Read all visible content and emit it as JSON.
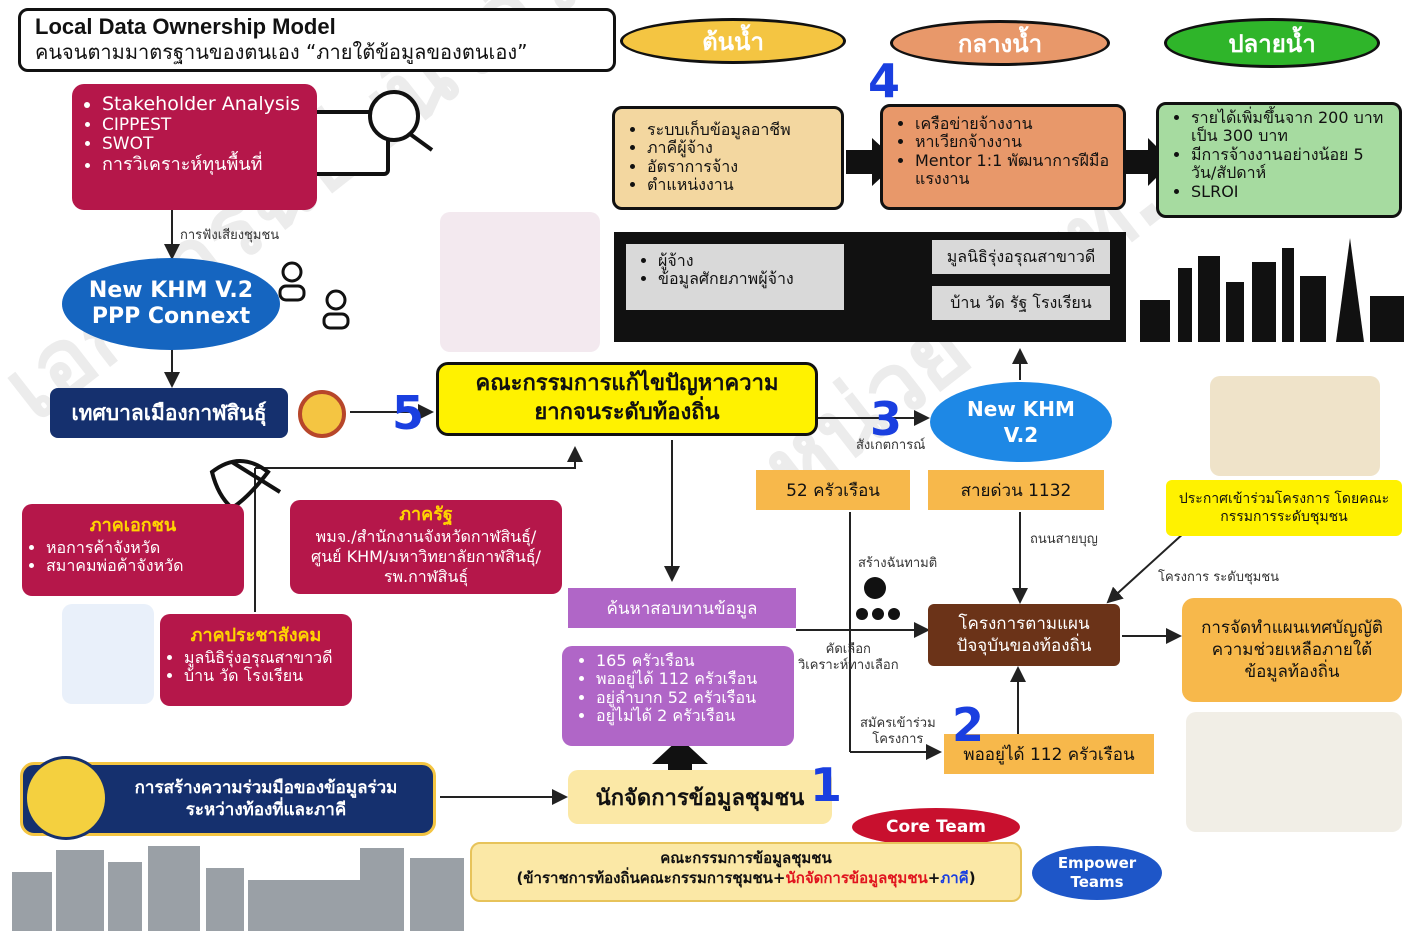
{
  "header": {
    "title": "Local Data Ownership Model",
    "subtitle": "คนจนตามมาตรฐานของตนเอง “ภายใต้ข้อมูลของตนเอง”"
  },
  "analysis_box": {
    "items": [
      "Stakeholder Analysis",
      "CIPPEST",
      "SWOT",
      "การวิเคราะห์ทุนพื้นที่"
    ]
  },
  "labels": {
    "listening": "การฟังเสียงชุมชน",
    "field_survey": "สังเกตการณ์",
    "build_peace": "สร้างฉันทามติ",
    "select_analyze": "คัดเลือก\nวิเคราะห์ทางเลือก",
    "apply_join": "สมัครเข้าร่วม\nโครงการ",
    "thanon_saiboon": "ถนนสายบุญ",
    "community_project": "โครงการ ระดับชุมชน"
  },
  "new_khm_v2": {
    "line1": "New KHM V.2",
    "line2": "PPP Connext"
  },
  "municipality": "เทศบาลเมืองกาฬสินธุ์",
  "committee_box": "คณะกรรมการแก้ไขปัญหาความยากจนระดับท้องถิ่น",
  "private_sector": {
    "title": "ภาคเอกชน",
    "items": [
      "หอการค้าจังหวัด",
      "สมาคมพ่อค้าจังหวัด"
    ]
  },
  "public_sector": {
    "title": "ภาครัฐ",
    "text": "พมจ./สำนักงานจังหวัดกาฬสินธุ์/ศูนย์ KHM/มหาวิทยาลัยกาฬสินธุ์/รพ.กาฬสินธุ์"
  },
  "civil_sector": {
    "title": "ภาคประชาสังคม",
    "items": [
      "มูลนิธิรุ่งอรุณสาขาวดี",
      "บ้าน วัด โรงเรียน"
    ]
  },
  "cooperation_box": "การสร้างความร่วมมือของข้อมูลร่วมระหว่างท้องที่และภาคี",
  "upstream": {
    "title": "ต้นน้ำ",
    "items": [
      "ระบบเก็บข้อมูลอาชีพ",
      "ภาคีผู้จ้าง",
      "อัตราการจ้าง",
      "ตำแหน่งงาน"
    ]
  },
  "midstream": {
    "title": "กลางน้ำ",
    "items": [
      "เครือข่ายจ้างงาน",
      "หาเวียกจ้างงาน",
      "Mentor 1:1 พัฒนาการฝีมือแรงงาน"
    ]
  },
  "downstream": {
    "title": "ปลายน้ำ",
    "items": [
      "รายได้เพิ่มขึ้นจาก 200 บาท เป็น 300 บาท",
      "มีการจ้างงานอย่างน้อย 5 วัน/สัปดาห์",
      "SLROI"
    ]
  },
  "black_panel": {
    "left_items": [
      "ผู้จ้าง",
      "ข้อมูลศักยภาพผู้จ้าง"
    ],
    "right_top": "มูลนิธิรุ่งอรุณสาขาวดี",
    "right_bottom": "บ้าน วัด รัฐ โรงเรียน"
  },
  "new_khm": {
    "line1": "New KHM",
    "line2": "V.2"
  },
  "households_52": "52 ครัวเรือน",
  "hotline": "สายด่วน 1132",
  "announcement": "ประกาศเข้าร่วมโครงการ โดยคณะกรรมการระดับชุมชน",
  "search_box": "ค้นหาสอบทานข้อมูล",
  "household_stats": {
    "items": [
      "165 ครัวเรือน",
      "พออยู่ได้ 112 ครัวเรือน",
      "อยู่ลำบาก 52 ครัวเรือน",
      "อยู่ไม่ได้ 2 ครัวเรือน"
    ]
  },
  "local_plan": "โครงการตามแผนปัจจุบันของท้องถิ่น",
  "plan_output": "การจัดทำแผนเทศบัญญัติ ความช่วยเหลือภายใต้ข้อมูลท้องถิ่น",
  "ok_112": "พออยู่ได้ 112 ครัวเรือน",
  "data_manager": "นักจัดการข้อมูลชุมชน",
  "core_team": "Core Team",
  "empower_teams": {
    "line1": "Empower",
    "line2": "Teams"
  },
  "data_committee": {
    "title": "คณะกรรมการข้อมูลชุมชน",
    "part1": "(ข้าราชการท้องถิ่นคณะกรรมการชุมชน+",
    "part2": "นักจัดการข้อมูลชุมชน",
    "part3": "+",
    "part4": "ภาคี",
    "part5": ")"
  },
  "numbers": [
    "1",
    "2",
    "3",
    "4",
    "5"
  ],
  "watermark": {
    "line1": "เอกสารฉบับนี้ได้รับการสนับสนุนจาก",
    "line2": "หน่วย บพท."
  },
  "colors": {
    "crimson": "#b5174a",
    "navy": "#15306e",
    "blue_ellipse": "#1565c0",
    "yellow": "#fff200",
    "orange": "#f7b84b",
    "purple": "#b066c7",
    "brown": "#6b3318",
    "green": "#a6dba0",
    "upstream_fill": "#f3d7a0",
    "midstream_fill": "#e8986a"
  }
}
